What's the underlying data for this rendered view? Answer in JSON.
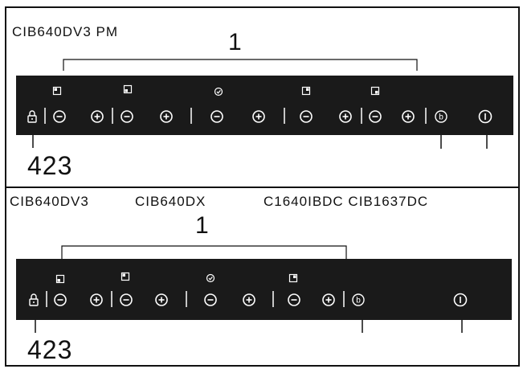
{
  "top_panel": {
    "model_label": "CIB640DV3 PM",
    "callout_main": "1",
    "callout_bottom": "423"
  },
  "bottom_panel": {
    "model_labels": [
      "CIB640DV3",
      "CIB640DX",
      "C1640IBDC CIB1637DC"
    ],
    "callout_main": "1",
    "callout_bottom": "423"
  },
  "icons": {
    "lock": "lock-icon",
    "minus": "minus-circle-icon",
    "plus": "plus-circle-icon",
    "booster": "booster-b-icon",
    "power": "power-icon",
    "zone_rear_left": "zone-rear-left-icon",
    "zone_front_left": "zone-front-left-icon",
    "zone_center": "zone-center-icon",
    "zone_rear_right": "zone-rear-right-icon",
    "zone_front_right": "zone-front-right-icon"
  }
}
